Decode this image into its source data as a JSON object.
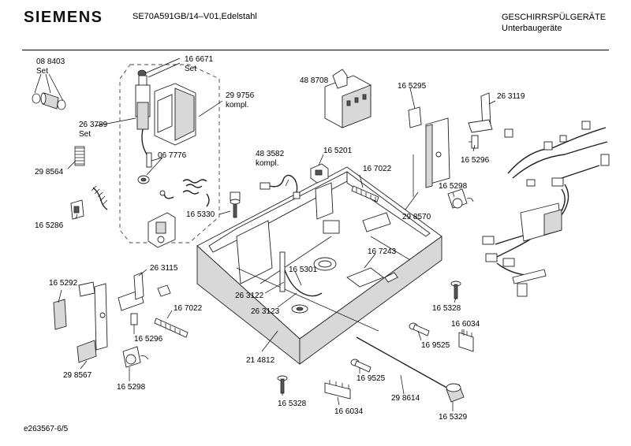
{
  "header": {
    "brand": "SIEMENS",
    "model": "SE70A591GB/14–V01,Edelstahl",
    "category_line1": "GESCHIRRSPÜLGERÄTE",
    "category_line2": "Unterbaugeräte"
  },
  "footer": {
    "id": "e263567-6/5"
  },
  "labels": {
    "p088403": "08 8403",
    "set1": "Set",
    "p166671": "16 6671",
    "set2": "Set",
    "p299756": "29 9756",
    "kompl1": "kompl.",
    "p488708": "48 8708",
    "p165295": "16 5295",
    "p263119": "26 3119",
    "p263789": "26 3789",
    "set3": "Set",
    "p067776": "06 7776",
    "p298564": "29 8564",
    "p483582": "48 3582",
    "kompl2": "kompl.",
    "p165201": "16 5201",
    "p167022a": "16 7022",
    "p165296a": "16 5296",
    "p165298a": "16 5298",
    "p165286": "16 5286",
    "p165330": "16 5330",
    "p298570": "29 8570",
    "p167243": "16 7243",
    "p165292": "16 5292",
    "p263115": "26 3115",
    "p165301": "16 5301",
    "p263122": "26 3122",
    "p263123": "26 3123",
    "p167022b": "16 7022",
    "p165328a": "16 5328",
    "p166034a": "16 6034",
    "p169525a": "16 9525",
    "p165296b": "16 5296",
    "p298567": "29 8567",
    "p165298b": "16 5298",
    "p214812": "21 4812",
    "p169525b": "16 9525",
    "p298614": "29 8614",
    "p165328b": "16 5328",
    "p166034b": "16 6034",
    "p165329": "16 5329"
  }
}
